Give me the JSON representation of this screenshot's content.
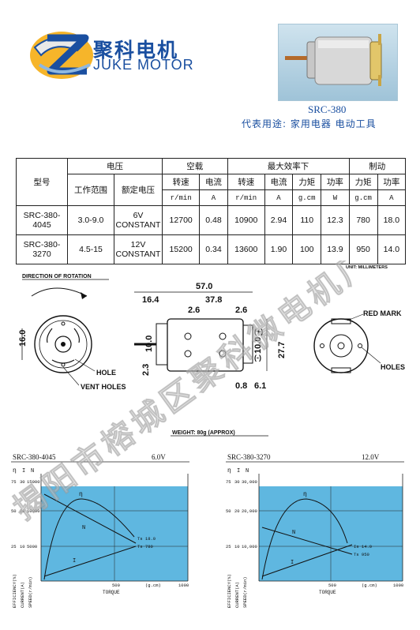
{
  "header": {
    "brand_cn": "聚科电机",
    "brand_en": "JUKE MOTOR",
    "model": "SRC-380",
    "usage": "代表用途: 家用电器 电动工具"
  },
  "table": {
    "h_model": "型号",
    "h_voltage": "电压",
    "h_noload": "空载",
    "h_maxeff": "最大效率下",
    "h_stall": "制动",
    "h_range": "工作范围",
    "h_rated": "额定电压",
    "h_speed1": "转速",
    "h_cur1": "电流",
    "h_speed2": "转速",
    "h_cur2": "电流",
    "h_torque2": "力矩",
    "h_power2": "功率",
    "h_torque3": "力矩",
    "h_power3": "功率",
    "u_speed1": "r/min",
    "u_cur1": "A",
    "u_speed2": "r/min",
    "u_cur2": "A",
    "u_torque2": "g.cm",
    "u_power2": "W",
    "u_torque3": "g.cm",
    "u_power3": "A",
    "rows": [
      {
        "model": "SRC-380-4045",
        "range": "3.0-9.0",
        "rated_v": "6V",
        "rated_c": "CONSTANT",
        "nl_speed": "12700",
        "nl_cur": "0.48",
        "me_speed": "10900",
        "me_cur": "2.94",
        "me_torque": "110",
        "me_power": "12.3",
        "st_torque": "780",
        "st_power": "18.0"
      },
      {
        "model": "SRC-380-3270",
        "range": "4.5-15",
        "rated_v": "12V",
        "rated_c": "CONSTANT",
        "nl_speed": "15200",
        "nl_cur": "0.34",
        "me_speed": "13600",
        "me_cur": "1.90",
        "me_torque": "100",
        "me_power": "13.9",
        "st_torque": "950",
        "st_power": "14.0"
      }
    ]
  },
  "drawing": {
    "direction": "DIRECTION OF ROTATION",
    "units": "UNIT: MILLIMETERS",
    "weight": "WEIGHT: 80g (APPROX)",
    "dim_57": "57.0",
    "dim_164": "16.4",
    "dim_378": "37.8",
    "dim_26a": "2.6",
    "dim_26b": "2.6",
    "dim_160": "16.0",
    "dim_100a": "10.0",
    "dim_23": "2.3",
    "dim_100b": "10.0",
    "dim_277": "27.7",
    "dim_08": "0.8",
    "dim_61": "6.1",
    "hole": "HOLE",
    "vent": "VENT HOLES",
    "red_mark": "RED MARK",
    "holes": "HOLES",
    "plus": "(+)",
    "minus": "(-)"
  },
  "charts": [
    {
      "title": "SRC-380-4045",
      "voltage": "6.0V",
      "eta": "η",
      "i": "I",
      "n": "N",
      "y_eta": [
        "75",
        "50",
        "25"
      ],
      "y_i": [
        "30",
        "20",
        "10"
      ],
      "y_n": [
        "15000",
        "10000",
        "5000"
      ],
      "x_mid": "500",
      "x_end": "1000",
      "unit_x": "(g.cm)",
      "xlabel": "TORQUE",
      "ann1": "Ts 18.0",
      "ann2": "Ts 780",
      "side1": "EFFICIENCY(%)",
      "side2": "CURRENT(A)",
      "side3": "SPEED(r/min)"
    },
    {
      "title": "SRC-380-3270",
      "voltage": "12.0V",
      "eta": "η",
      "i": "I",
      "n": "N",
      "y_eta": [
        "75",
        "50",
        "25"
      ],
      "y_i": [
        "30",
        "20",
        "10"
      ],
      "y_n": [
        "30,000",
        "20,000",
        "10,000"
      ],
      "x_mid": "500",
      "x_end": "1000",
      "unit_x": "(g.cm)",
      "xlabel": "TORQUE",
      "ann1": "Is 14.0",
      "ann2": "Ts 950",
      "side1": "EFFICIENCY(%)",
      "side2": "CURRENT(A)",
      "side3": "SPEED(r/min)"
    }
  ],
  "watermark": "揭阳市榕城区聚科微电机厂",
  "colors": {
    "brand_blue": "#1a4fa0",
    "chart_bg": "#5fb7e0",
    "chart_border": "#222222"
  }
}
